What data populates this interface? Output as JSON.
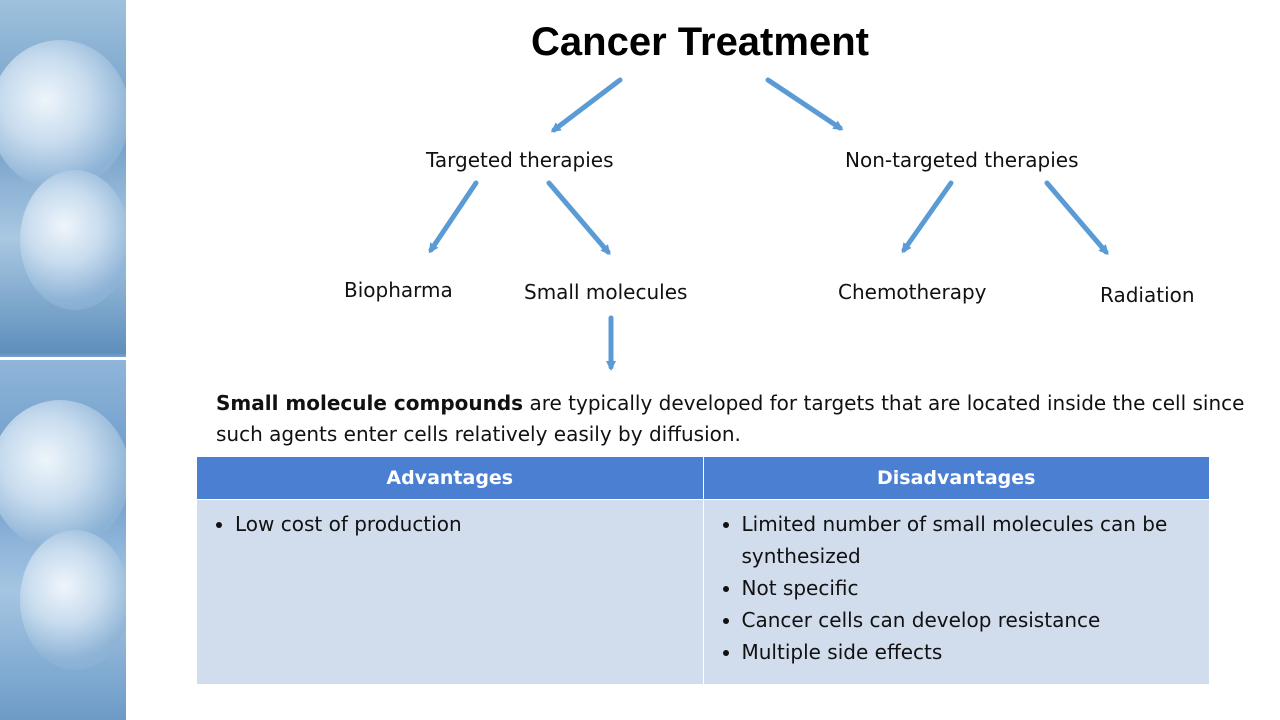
{
  "title": "Cancer Treatment",
  "branches": {
    "targeted": "Targeted therapies",
    "non_targeted": "Non-targeted therapies"
  },
  "leaves": {
    "biopharma": "Biopharma",
    "small_molecules": "Small molecules",
    "chemotherapy": "Chemotherapy",
    "radiation": "Radiation"
  },
  "description": {
    "bold": "Small molecule compounds",
    "rest": " are typically developed for targets that are located inside the cell since such agents enter cells relatively easily by diffusion."
  },
  "table": {
    "headers": [
      "Advantages",
      "Disadvantages"
    ],
    "advantages": [
      "Low cost of production"
    ],
    "disadvantages": [
      "Limited number of small molecules can be synthesized",
      "Not specific",
      "Cancer cells can develop resistance",
      "Multiple side effects"
    ]
  },
  "colors": {
    "arrow": "#5b9bd5",
    "table_header": "#4a7fd1",
    "table_body": "#d1dcec"
  }
}
